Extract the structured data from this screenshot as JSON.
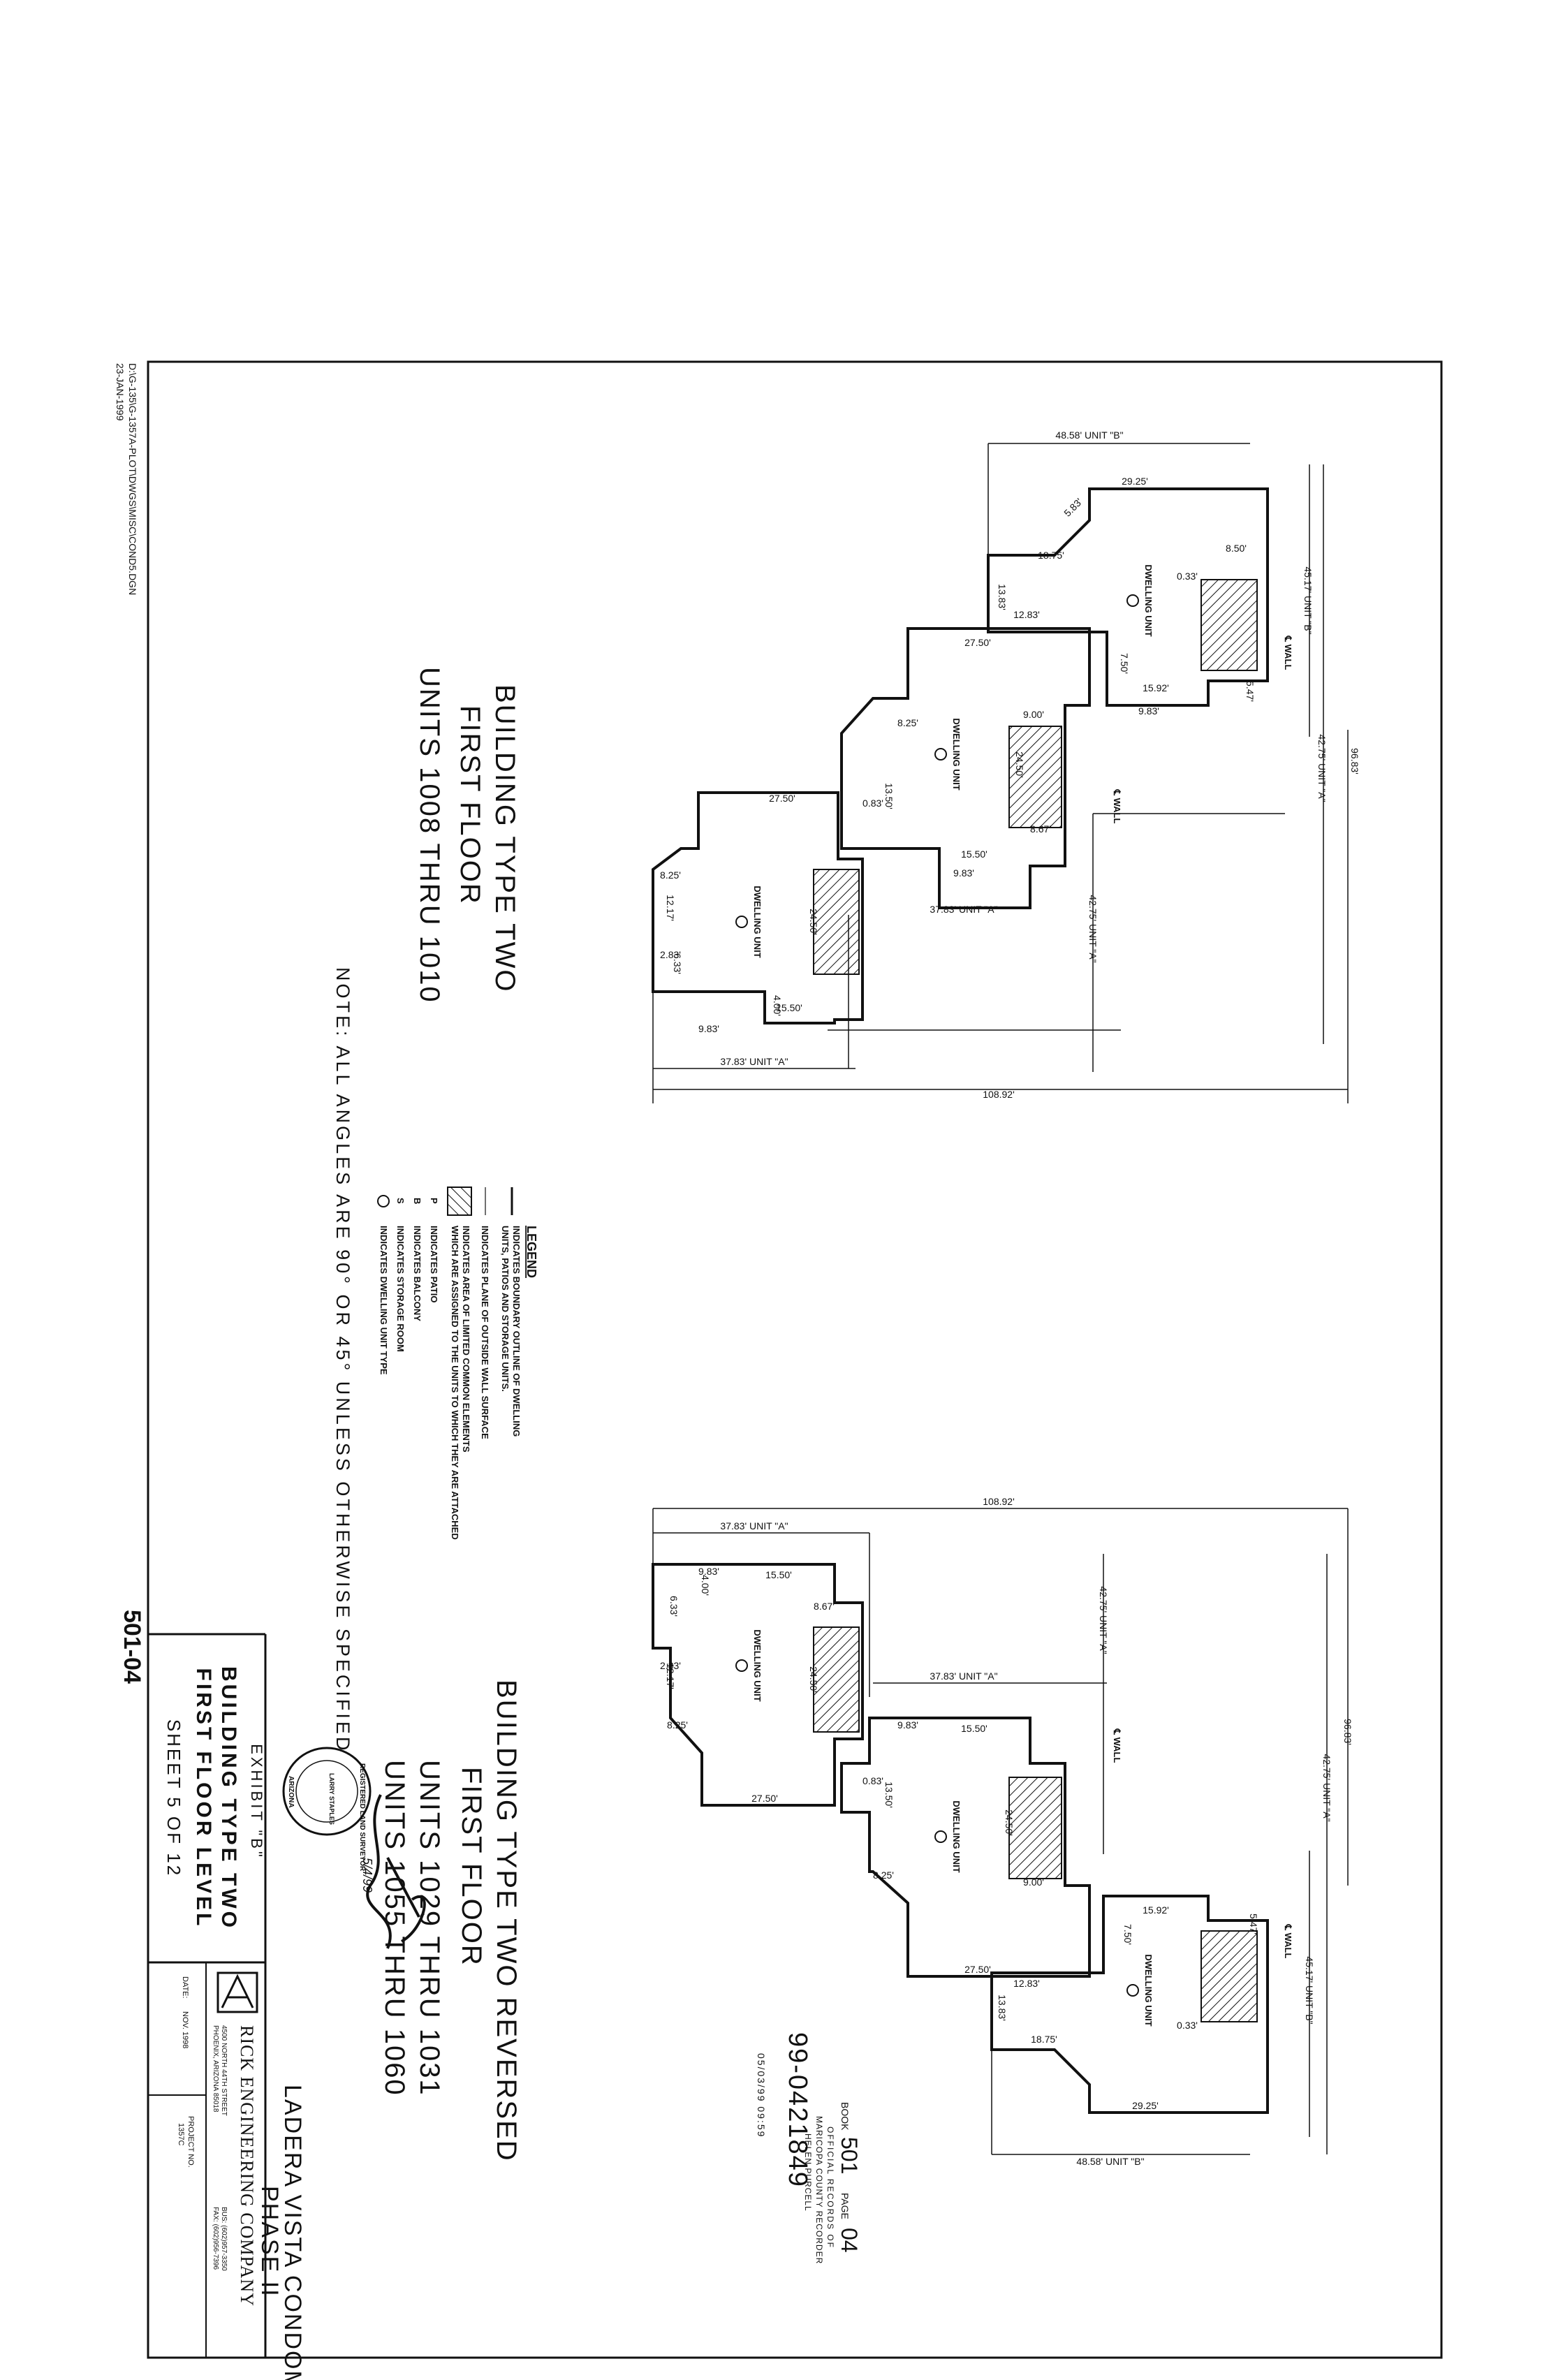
{
  "sheet": {
    "plot_id": "D:\\G-135\\G-1357A-PLOT\\DWGS\\MISC\\COND5.DGN",
    "plot_date": "23-JAN-1999",
    "page_mark": "501-04",
    "note": "NOTE:  ALL  ANGLES  ARE  90°  OR  45°  UNLESS  OTHERWISE  SPECIFIED"
  },
  "plan_top": {
    "title1": "BUILDING TYPE TWO",
    "title2": "FIRST FLOOR",
    "title3": "UNITS 1008 THRU 1010",
    "dims": [
      "48.58' UNIT \"B\"",
      "96.83'",
      "45.17' UNIT \"B\"",
      "42.75' UNIT \"A\"",
      "42.75' UNIT \"A\"",
      "37.83' UNIT \"A\"",
      "37.83' UNIT \"A\"",
      "108.92'",
      "29.25'",
      "18.75'",
      "27.50'",
      "27.50'",
      "24.50'",
      "24.50'",
      "15.50'",
      "15.50'",
      "15.92'",
      "12.83'",
      "9.83'",
      "9.83'",
      "9.83'",
      "8.50'",
      "8.25'",
      "8.25'",
      "7.50'",
      "5.83'",
      "6.33'",
      "12.17'",
      "0.33'",
      "0.83'",
      "2.83'",
      "9.00'",
      "8.67'",
      "5.47'",
      "13.50'",
      "13.83'",
      "4.00'"
    ],
    "labels": [
      "DWELLING UNIT",
      "DWELLING UNIT",
      "DWELLING UNIT",
      "℄ WALL",
      "℄ WALL"
    ]
  },
  "plan_bottom": {
    "title1": "BUILDING TYPE TWO REVERSED",
    "title2": "FIRST FLOOR",
    "title3": "UNITS 1029 THRU 1031",
    "title4": "UNITS 1055 THRU 1060",
    "dims": [
      "108.92'",
      "37.83' UNIT \"A\"",
      "37.83' UNIT \"A\"",
      "42.75' UNIT \"A\"",
      "42.75' UNIT \"A\"",
      "96.83'",
      "45.17' UNIT \"B\"",
      "48.58' UNIT \"B\"",
      "29.25'",
      "18.75'",
      "27.50'",
      "27.50'",
      "24.50'",
      "24.50'",
      "15.50'",
      "15.50'",
      "15.92'",
      "12.83'",
      "9.83'",
      "9.83'",
      "8.25'",
      "8.25'",
      "7.50'",
      "6.33'",
      "12.17'",
      "13.50'",
      "13.83'",
      "0.33'",
      "0.83'",
      "2.83'",
      "9.00'",
      "8.67'",
      "5.47'",
      "4.00'"
    ],
    "labels": [
      "DWELLING UNIT",
      "DWELLING UNIT",
      "DWELLING UNIT",
      "℄ WALL",
      "℄ WALL"
    ]
  },
  "legend": {
    "heading": "LEGEND",
    "items": [
      {
        "symbol": "line",
        "text1": "INDICATES BOUNDARY OUTLINE OF DWELLING",
        "text2": "UNITS, PATIOS AND STORAGE UNITS."
      },
      {
        "symbol": "thin-line",
        "text1": "INDICATES PLANE OF OUTSIDE WALL SURFACE",
        "text2": ""
      },
      {
        "symbol": "hatch",
        "text1": "INDICATES AREA OF LIMITED COMMON ELEMENTS",
        "text2": "WHICH ARE ASSIGNED TO THE UNITS TO WHICH THEY ARE ATTACHED"
      },
      {
        "symbol": "P",
        "text1": "INDICATES PATIO",
        "text2": ""
      },
      {
        "symbol": "B",
        "text1": "INDICATES BALCONY",
        "text2": ""
      },
      {
        "symbol": "S",
        "text1": "INDICATES STORAGE ROOM",
        "text2": ""
      },
      {
        "symbol": "circle",
        "text1": "INDICATES DWELLING UNIT TYPE",
        "text2": ""
      }
    ]
  },
  "recording": {
    "book": "BOOK",
    "book_no": "501",
    "page": "PAGE",
    "page_no": "04",
    "office1": "OFFICIAL RECORDS OF",
    "office2": "MARICOPA COUNTY RECORDER",
    "office3": "HELEN PURCELL",
    "number": "99-0421849",
    "stamp_date": "05/03/99  09:59"
  },
  "seal": {
    "ring": "REGISTERED LAND SURVEYOR",
    "name": "LARRY STAPLES",
    "state": "ARIZONA",
    "date": "5/4/99"
  },
  "project": {
    "name1": "LADERA VISTA CONDOMINIUM",
    "name2": "PHASE II"
  },
  "title_block": {
    "exhibit": "EXHIBIT \"B\"",
    "line1": "BUILDING TYPE TWO",
    "line2": "FIRST FLOOR LEVEL",
    "sheet": "SHEET 5 OF 12",
    "company": "RICK ENGINEERING COMPANY",
    "addr1": "4500 NORTH 44TH STREET",
    "addr2": "PHOENIX, ARIZONA 85018",
    "phone": "BUS: (602)957-3350",
    "fax": "FAX: (602)956-7396",
    "date_label": "DATE:",
    "date_value": "NOV. 1998",
    "proj_label": "PROJECT NO.",
    "proj_value": "1357C"
  }
}
